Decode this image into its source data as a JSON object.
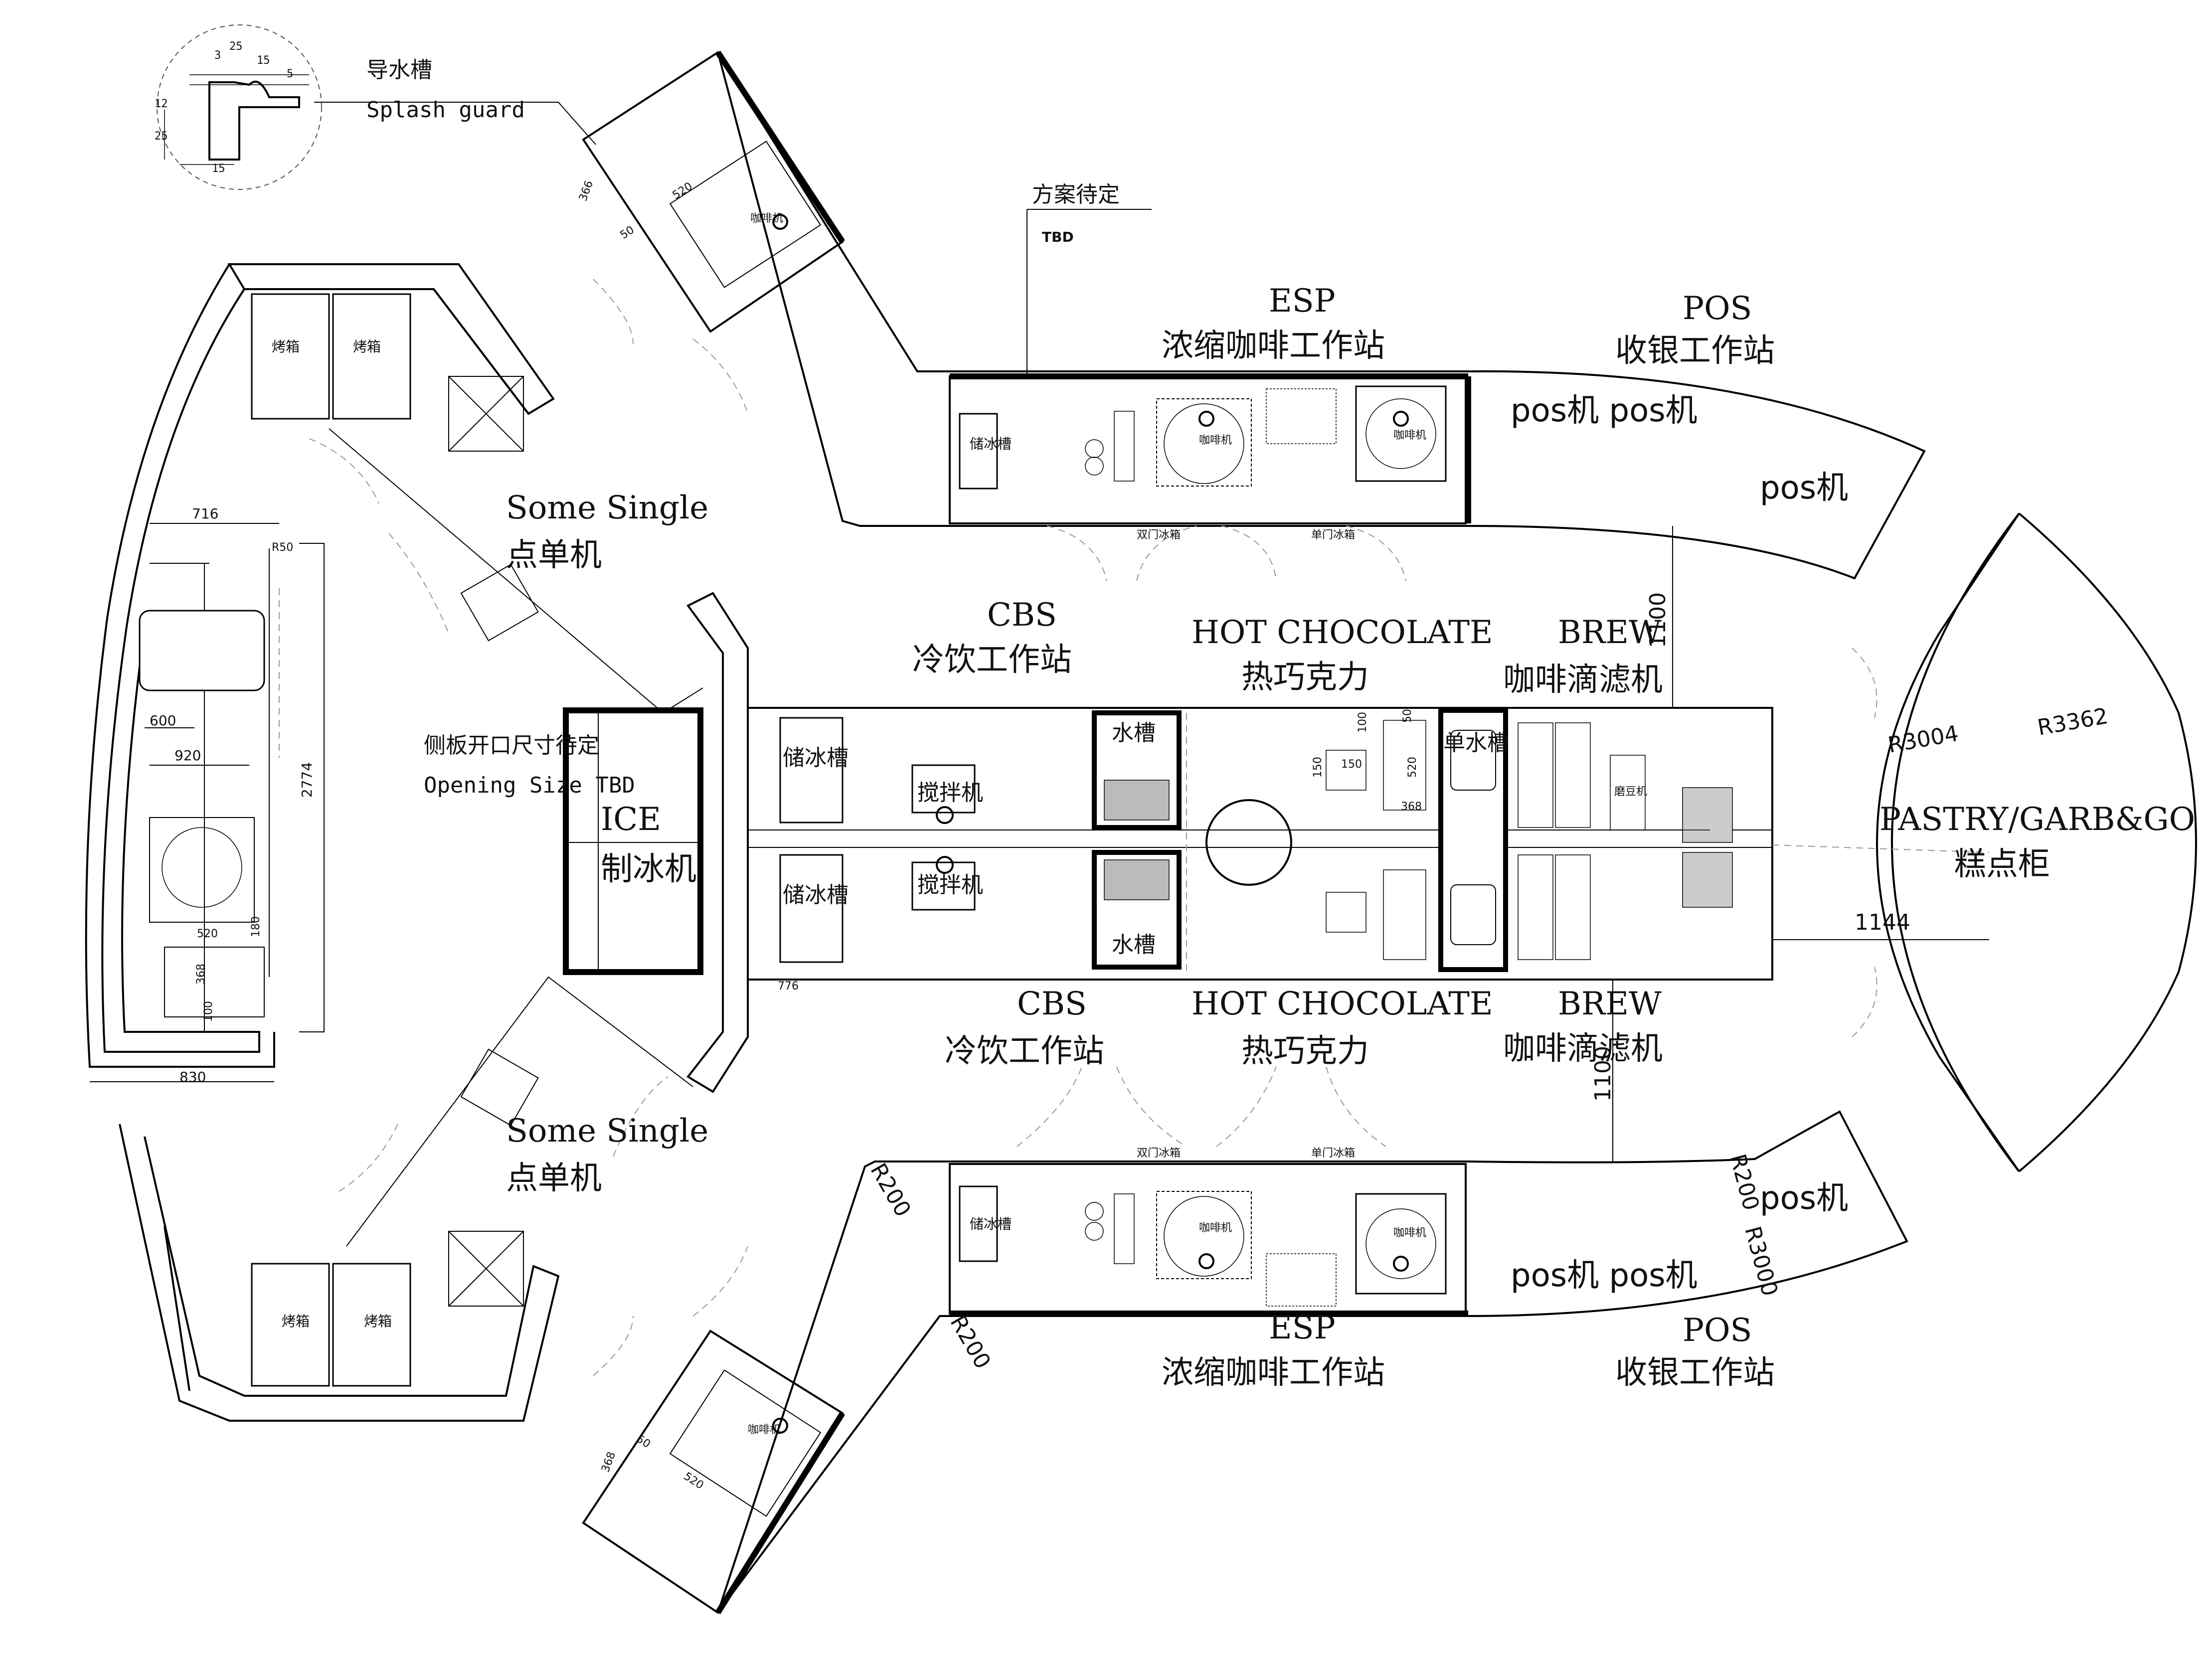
{
  "labels": {
    "splash_cn": "导水槽",
    "splash_en": "Splash guard",
    "tbd_cn": "方案待定",
    "tbd_en": "TBD",
    "esp_en": "ESP",
    "esp_cn": "浓缩咖啡工作站",
    "pos_en": "POS",
    "pos_cn": "收银工作站",
    "pos_machine": "pos机",
    "pos_machine_pair": "pos机 pos机",
    "some_single_en": "Some Single",
    "some_single_cn": "点单机",
    "cbs_en": "CBS",
    "cbs_cn": "冷饮工作站",
    "hot_choc_en": "HOT CHOCOLATE",
    "hot_choc_cn": "热巧克力",
    "brew_en": "BREW",
    "brew_cn": "咖啡滴滤机",
    "opening_cn": "侧板开口尺寸待定",
    "opening_en": "Opening Size TBD",
    "ice_en": "ICE",
    "ice_cn": "制冰机",
    "pastry_en": "PASTRY/GARB&GO",
    "pastry_cn": "糕点柜",
    "oven": "烤箱",
    "ice_bin": "储冰槽",
    "blender": "搅拌机",
    "water_tank": "水槽",
    "single_sink": "单水槽",
    "drip_machine": "咖啡滴滤机",
    "grinder": "磨豆机",
    "coffee_machine": "咖啡机",
    "double_fridge": "双门冰箱",
    "single_fridge": "单门冰箱"
  },
  "dimensions": {
    "d716": "716",
    "r50": "R50",
    "d600": "600",
    "d920": "920",
    "d2774": "2774",
    "d520": "520",
    "d368": "368",
    "d100": "100",
    "d180": "180",
    "d830": "830",
    "d776": "776",
    "d1100": "1100",
    "d1144": "1144",
    "d150": "150",
    "d50": "50",
    "r3004": "R3004",
    "r3362": "R3362",
    "r200": "R200",
    "r3000": "R3000",
    "d25": "25",
    "d15": "15",
    "d3": "3",
    "d5": "5",
    "d12": "12",
    "d366": "366"
  }
}
